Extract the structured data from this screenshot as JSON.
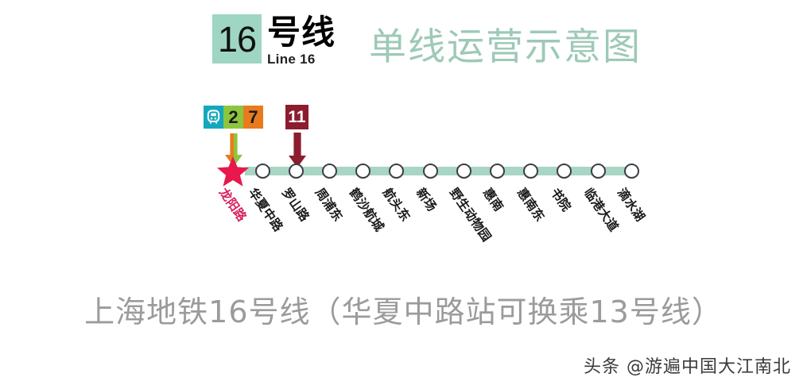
{
  "header": {
    "line_number": "16",
    "line_name_cn": "号线",
    "line_name_en": "Line 16",
    "map_title": "单线运营示意图",
    "badge_color": "#9ed6c3",
    "title_color": "#9ec9b7"
  },
  "diagram": {
    "line_color": "#a8d5c4",
    "terminus_star_color": "#e8174c",
    "interchanges": [
      {
        "at_station": "龙阳路",
        "arrow_colors": [
          "#8cc63f",
          "#e87b1e"
        ],
        "badges": [
          {
            "label": "maglev-icon",
            "type": "icon",
            "color": "#15a7bd"
          },
          {
            "label": "2",
            "type": "line",
            "color": "#8cc63f"
          },
          {
            "label": "7",
            "type": "line",
            "color": "#e87b1e"
          }
        ]
      },
      {
        "at_station": "华夏中路",
        "arrow_colors": [
          "#8c1d2e"
        ],
        "badges": [
          {
            "label": "11",
            "type": "line",
            "color": "#8c1d2e"
          }
        ]
      }
    ],
    "stations": [
      {
        "name": "龙阳路",
        "terminus": true,
        "marker": "star"
      },
      {
        "name": "华夏中路",
        "terminus": false,
        "marker": "circle"
      },
      {
        "name": "罗山路",
        "terminus": false,
        "marker": "circle"
      },
      {
        "name": "周浦东",
        "terminus": false,
        "marker": "circle"
      },
      {
        "name": "鹤沙航城",
        "terminus": false,
        "marker": "circle"
      },
      {
        "name": "航头东",
        "terminus": false,
        "marker": "circle"
      },
      {
        "name": "新场",
        "terminus": false,
        "marker": "circle"
      },
      {
        "name": "野生动物园",
        "terminus": false,
        "marker": "circle"
      },
      {
        "name": "惠南",
        "terminus": false,
        "marker": "circle"
      },
      {
        "name": "惠南东",
        "terminus": false,
        "marker": "circle"
      },
      {
        "name": "书院",
        "terminus": false,
        "marker": "circle"
      },
      {
        "name": "临港大道",
        "terminus": false,
        "marker": "circle"
      },
      {
        "name": "滴水湖",
        "terminus": false,
        "marker": "circle"
      }
    ]
  },
  "caption": {
    "text": "上海地铁16号线（华夏中路站可换乘13号线）"
  },
  "watermark": {
    "text": "头条 @游遍中国大江南北"
  }
}
